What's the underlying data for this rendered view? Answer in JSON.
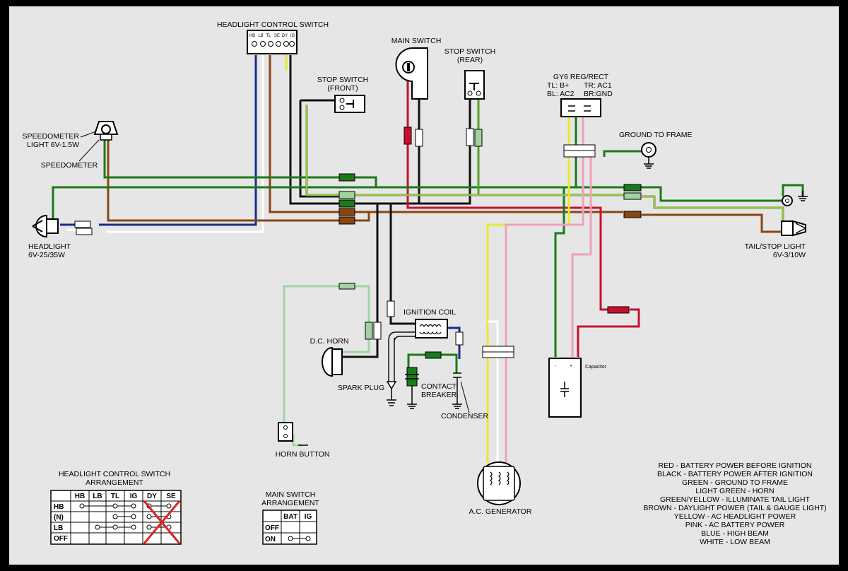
{
  "labels": {
    "headlight_control_switch": "HEADLIGHT CONTROL SWITCH",
    "hcs_pins": [
      "HB",
      "LB",
      "TL",
      "SE",
      "DY",
      "IG"
    ],
    "main_switch": "MAIN SWITCH",
    "stop_switch_rear_1": "STOP SWITCH",
    "stop_switch_rear_2": "(REAR)",
    "stop_switch_front_1": "STOP SWITCH",
    "stop_switch_front_2": "(FRONT)",
    "regrect_1": "GY6 REG/RECT",
    "regrect_2a": "TL: B+",
    "regrect_2b": "TR: AC1",
    "regrect_3a": "BL: AC2",
    "regrect_3b": "BR:GND",
    "ground_to_frame": "GROUND TO FRAME",
    "speedometer_light_1": "SPEEDOMETER",
    "speedometer_light_2": "LIGHT 6V-1.5W",
    "speedometer": "SPEEDOMETER",
    "headlight_1": "HEADLIGHT",
    "headlight_2": "6V-25/35W",
    "tail_light_1": "TAIL/STOP LIGHT",
    "tail_light_2": "6V-3/10W",
    "ignition_coil": "IGNITION COIL",
    "dc_horn": "D.C. HORN",
    "spark_plug": "SPARK PLUG",
    "contact_breaker_1": "CONTACT",
    "contact_breaker_2": "BREAKER",
    "condenser": "CONDENSER",
    "capacitor": "Capacitor",
    "cap_minus": "-",
    "cap_plus": "+",
    "horn_button": "HORN BUTTON",
    "ac_generator": "A.C. GENERATOR"
  },
  "headlight_table": {
    "title_1": "HEADLIGHT CONTROL SWITCH",
    "title_2": "ARRANGEMENT",
    "columns": [
      "HB",
      "LB",
      "TL",
      "IG",
      "DY",
      "SE"
    ],
    "rows": [
      "HB",
      "(N)",
      "LB",
      "OFF"
    ]
  },
  "main_switch_table": {
    "title_1": "MAIN SWITCH",
    "title_2": "ARRANGEMENT",
    "columns": [
      "BAT",
      "IG"
    ],
    "rows": [
      "OFF",
      "ON"
    ]
  },
  "legend": [
    "RED - BATTERY POWER BEFORE IGNITION",
    "BLACK - BATTERY POWER AFTER IGNITION",
    "GREEN - GROUND TO FRAME",
    "LIGHT GREEN - HORN",
    "GREEN/YELLOW - ILLUMINATE TAIL LIGHT",
    "BROWN - DAYLIGHT POWER (TAIL & GAUGE LIGHT)",
    "YELLOW - AC HEADLIGHT POWER",
    "PINK - AC BATTERY POWER",
    "BLUE - HIGH BEAM",
    "WHITE - LOW BEAM"
  ],
  "colors": {
    "background": "#e6e6e6",
    "red": "#c8102e",
    "black": "#111111",
    "green": "#1a7a1a",
    "light_green": "#9fd49f",
    "green_yellow_a": "#5aa02c",
    "green_yellow_b": "#e0e060",
    "brown": "#8b4513",
    "yellow": "#e8e830",
    "pink": "#f0a0b8",
    "blue": "#1a2a8a",
    "white": "#ffffff",
    "cross": "#e02020"
  }
}
